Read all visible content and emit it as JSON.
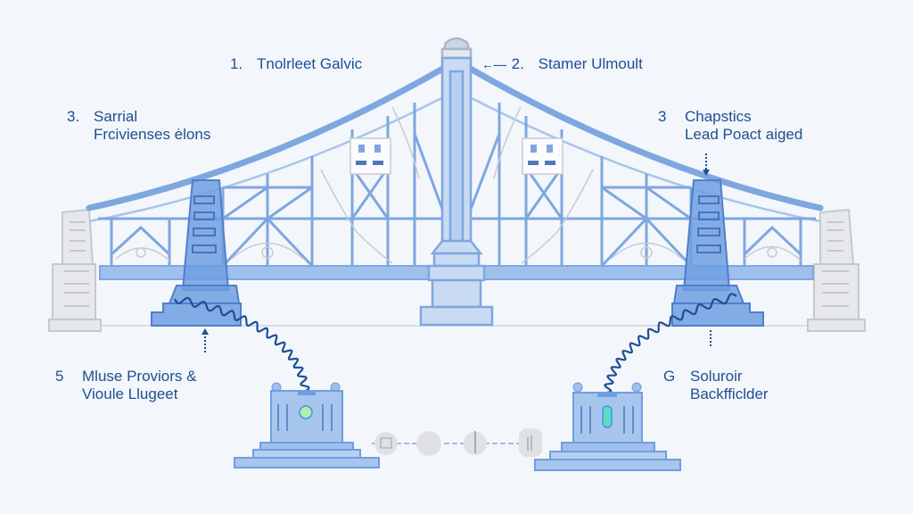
{
  "title": "Bridge diagram with numbered callouts",
  "colors": {
    "background": "#f3f6fa",
    "structure_blue": "#7ea7e0",
    "structure_fill": "#c9dbf3",
    "tower_fill": "#6f9ee0",
    "label_blue": "#1f4e93",
    "abutment_gray": "#d6d9de",
    "cable_dark": "#1e4f97",
    "indicator_green": "#9fe39b",
    "indicator_teal": "#4fd0c0"
  },
  "callouts": [
    {
      "id": "1",
      "number": "1.",
      "lines": [
        "Tnolrleet Galvic"
      ],
      "target": "left-main-cable"
    },
    {
      "id": "2",
      "number": "2.",
      "lines": [
        "Stamer Ulmoult"
      ],
      "target": "central-tower-top",
      "arrow": "←----"
    },
    {
      "id": "3l",
      "number": "3.",
      "lines": [
        "Sarrial",
        "Frcivienses ėlons"
      ],
      "target": "left-tower"
    },
    {
      "id": "3r",
      "number": "3",
      "lines": [
        "Chapstics",
        "Lead Poact aiged"
      ],
      "target": "right-tower"
    },
    {
      "id": "5",
      "number": "5",
      "lines": [
        "Mluse Proviors &",
        "Vioule Llugeet"
      ],
      "target": "left-tower-base"
    },
    {
      "id": "6",
      "number": "G",
      "lines": [
        "Soluroir",
        "Backfficlder"
      ],
      "target": "right-control-unit"
    }
  ],
  "components": {
    "left_abutment": "gray stone abutment",
    "right_abutment": "gray stone abutment",
    "left_tower": "blue stepped tower",
    "right_tower": "blue stepped tower",
    "central_tower": "central spire with cap",
    "deck": "truss deck",
    "control_units": [
      "left control console",
      "right control console"
    ],
    "signal_nodes": [
      "node-square",
      "node-flat",
      "node-wave",
      "node-bars"
    ]
  }
}
